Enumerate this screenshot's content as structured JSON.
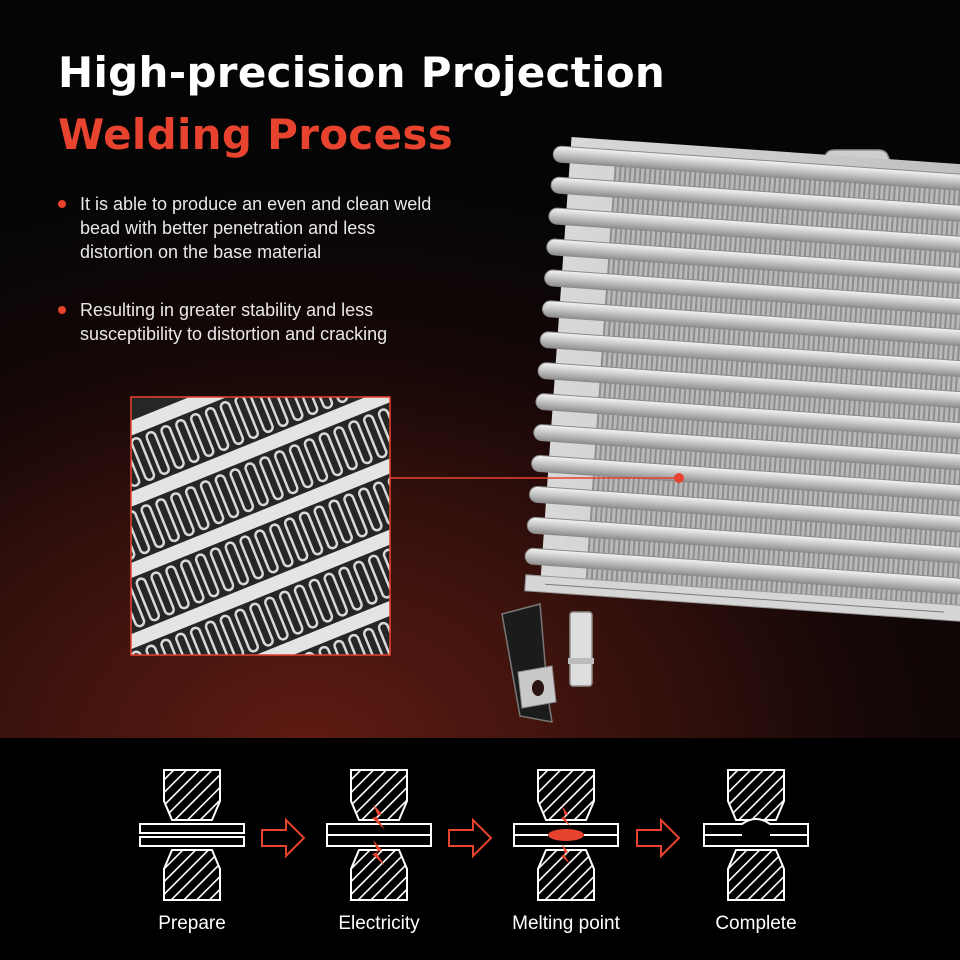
{
  "heading": {
    "line1": "High-precision Projection",
    "line2": "Welding Process"
  },
  "bullets": [
    "It is able to produce an even and clean weld bead with better penetration and less distortion on the base material",
    "Resulting in greater stability and less susceptibility to distortion and cracking"
  ],
  "steps": [
    {
      "label": "Prepare",
      "icon": "weld-prepare-icon"
    },
    {
      "label": "Electricity",
      "icon": "weld-electricity-icon"
    },
    {
      "label": "Melting point",
      "icon": "weld-melting-icon"
    },
    {
      "label": "Complete",
      "icon": "weld-complete-icon"
    }
  ],
  "colors": {
    "accent": "#e8432e",
    "heading": "#ffffff",
    "text": "#e8e8e8",
    "background": "#0a0505"
  }
}
